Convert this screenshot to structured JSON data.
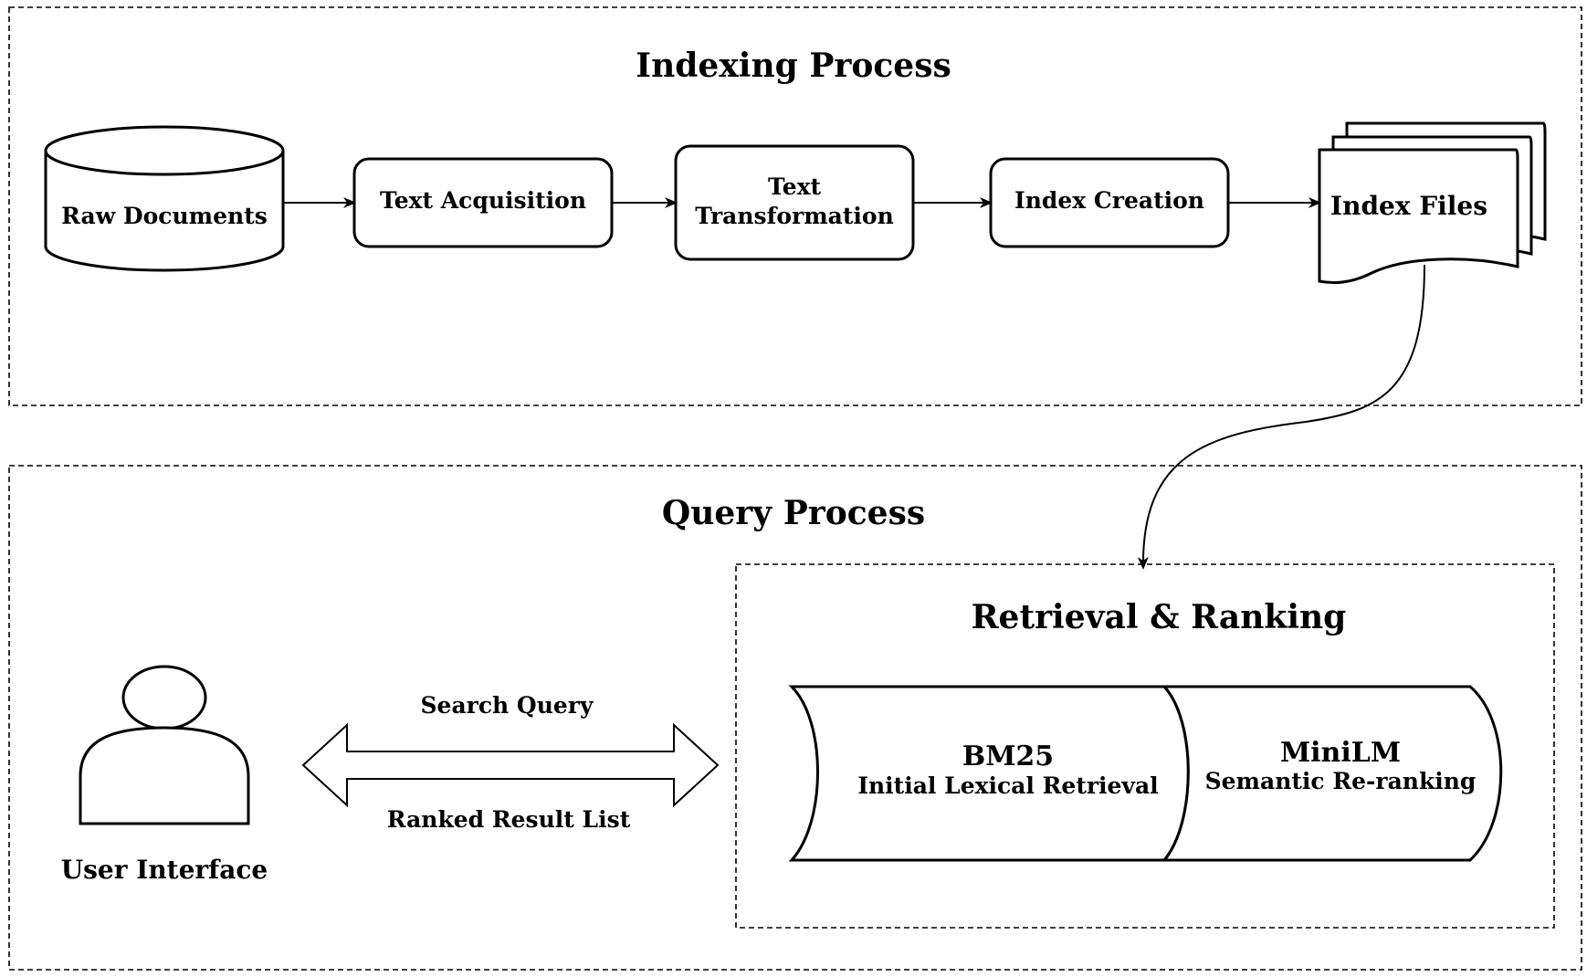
{
  "indexing": {
    "title": "Indexing Process",
    "raw_documents": "Raw Documents",
    "text_acquisition": "Text Acquisition",
    "text_transformation_line1": "Text",
    "text_transformation_line2": "Transformation",
    "index_creation": "Index Creation",
    "index_files": "Index Files"
  },
  "query": {
    "title": "Query Process",
    "user_interface": "User Interface",
    "search_query": "Search Query",
    "ranked_result_list": "Ranked Result List"
  },
  "retrieval": {
    "title": "Retrieval & Ranking",
    "bm25_title": "BM25",
    "bm25_subtitle": "Initial Lexical Retrieval",
    "minilm_title": "MiniLM",
    "minilm_subtitle": "Semantic Re-ranking"
  }
}
